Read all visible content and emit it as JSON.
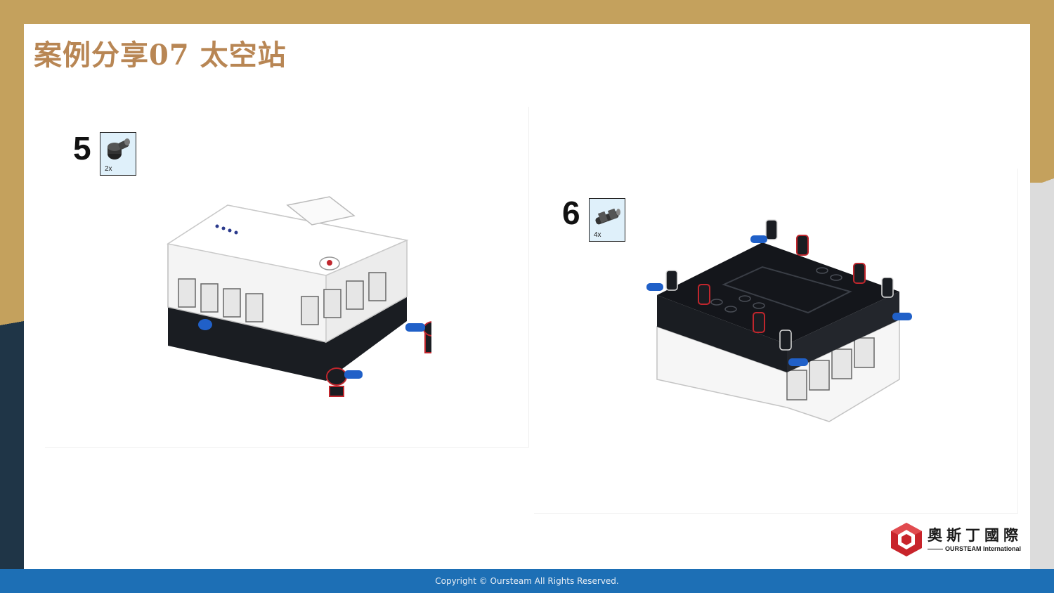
{
  "title": "案例分享07 太空站",
  "steps": [
    {
      "number": "5",
      "qty": "2x"
    },
    {
      "number": "6",
      "qty": "4x"
    }
  ],
  "footer": {
    "copyright": "Copyright © Oursteam All Rights Reserved."
  },
  "logo": {
    "cn": "奧斯丁國際",
    "en": "OURSTEAM International"
  },
  "colors": {
    "gold": "#c4a15d",
    "title": "#b88654",
    "footer": "#1d6fb5",
    "dark": "#1f3547",
    "logo_red": "#c8242b"
  },
  "icons": [
    "angle-connector-icon",
    "axle-connector-icon",
    "oursteam-cube-logo-icon"
  ]
}
